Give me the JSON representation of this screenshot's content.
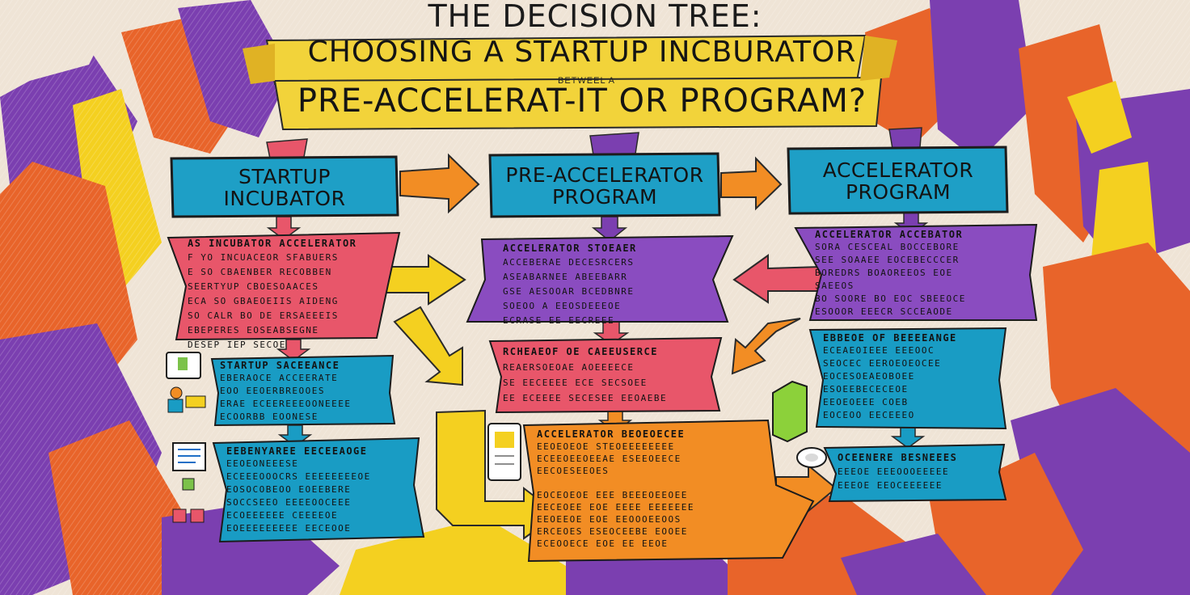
{
  "title": {
    "line1": "THE DECISION TREE:",
    "line2": "CHOOSING A STARTUP INCBURATOR",
    "small": "BETWEEL A",
    "line3": "PRE-ACCELERAT-IT OR PROGRAM?"
  },
  "columns": [
    {
      "label": "STARTUP INCUBATOR",
      "color": "#1e9fc6"
    },
    {
      "label": "PRE-ACCELERATOR PROGRAM",
      "color": "#1e9fc6"
    },
    {
      "label": "ACCELERATOR PROGRAM",
      "color": "#1e9fc6"
    }
  ],
  "notes": {
    "incubator_red": {
      "color": "#e8566a",
      "lines": [
        "AS INCUBATOR ACCELERATOR",
        "F YO INCUACEOR SFABUERS",
        "E SO CBAENBER RECOBBEN",
        "SEERTYUP  CBOESOAACES",
        "ECA SO GBAEOEIIS AIDENG",
        "SO CALR BO DE ERSAEEEIS",
        "EBEPERES EOSEABSEGNE",
        "DESEP IEP SECOE"
      ]
    },
    "pre_purple": {
      "color": "#7d45b4",
      "lines": [
        "ACCELERATOR STOEAER",
        "ACCEBERAE DECESRCERS",
        "ASEABARNEE ABEEBARR",
        "GSE AESOOAR BCEDBNRE",
        "SOEOO A EEOSDEEEOE",
        "ECRASE EE EECREEE"
      ]
    },
    "acc_purple": {
      "color": "#8a4cc0",
      "lines": [
        "ACCELERATOR ACCEBATOR",
        "SORA CESCEAL BOCCEBORE",
        "SEE SOAAEE EOCEBECCCER",
        "BOREDRS BOAOREEOS EOE",
        "SAEEOS",
        "BO SOORE BO EOC SBEEOCE",
        "ESOOOR EEECR SCCEAODE"
      ]
    },
    "incubator_blue": {
      "color": "#199cc4",
      "lines": [
        "STARTUP SACEEANCE",
        "EBERAOCE ACCEERATE",
        "EOO EEOERBREOOES",
        "ERAE ECEEREEEOONEEEE",
        "ECOORBB EOONESE"
      ]
    },
    "pre_red": {
      "color": "#e8566a",
      "lines": [
        "RCHEAEOF OE CAEEUSERCE",
        "REAERSOEOAE AOEEEECE",
        "SE EECEEEE ECE SECSOEE",
        "EE ECEEEE SECESEE EEOAEBE"
      ]
    },
    "acc_blue": {
      "color": "#199cc4",
      "lines": [
        "EBBEOE OF BEEEEANGE",
        "ECEAEOIEEE EEEOOC",
        "SEOCEC EEROEOEOCEE",
        "EOCESOEAEOBOEE",
        "ESOEEBECECEOE",
        "EEOEOEEE COEB",
        "EOCEOO EECEEEO"
      ]
    },
    "incubator_blue2": {
      "color": "#199cc4",
      "lines": [
        "EEBENYAREE EECEEAOGE",
        "EEOEONEEESE",
        "ECEEEOOOCRS EEEEEEEEOE",
        "EOSOCOBEOO EOEEBERE",
        "SOCCSEEO EEEEOOCEEE",
        "ECOEEEEEE CEEEEOE",
        "EOEEEEEEEEE EECEOOE"
      ]
    },
    "pre_orange": {
      "color": "#f28d24",
      "lines": [
        "ACCELERATOR BEOEOECEE",
        "EEOEOEOE STEOEEEEEEEE",
        "ECEEOEEOEEAE ESEEOEECE",
        "EECOESEEOES",
        "",
        "EOCEOEOE EEE BEEEOEEOEE",
        "EECEOEE EOE EEEE EEEEEEE",
        "EEOEEOE EOE EEOOOEEOOS",
        "ERCEOES ESEOCEEBE EOOEE",
        "ECEOOECE EOE EE EEOE"
      ]
    },
    "acc_blue2": {
      "color": "#199cc4",
      "lines": [
        "OCEENERE BESNEEES",
        "EEEOE EEEOOOEEEEE",
        "EEEOE EEOCEEEEEE"
      ]
    }
  },
  "palette": {
    "purple": "#7b3fb0",
    "orange": "#e8642a",
    "yellow": "#f4d020",
    "banner": "#f2d33a",
    "paper": "#efe4d6"
  }
}
